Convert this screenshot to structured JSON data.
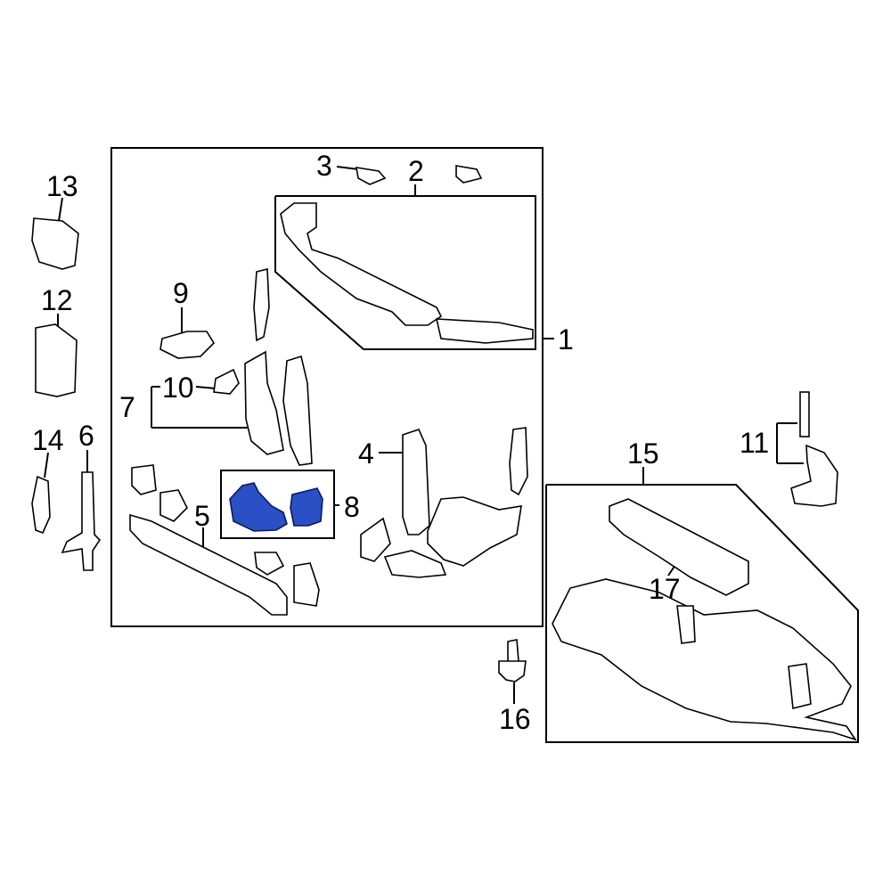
{
  "diagram": {
    "type": "exploded-parts-diagram",
    "highlight_color": "#2b4fc4",
    "callouts": [
      {
        "id": "1",
        "label": "1"
      },
      {
        "id": "2",
        "label": "2"
      },
      {
        "id": "3",
        "label": "3"
      },
      {
        "id": "4",
        "label": "4"
      },
      {
        "id": "5",
        "label": "5"
      },
      {
        "id": "6",
        "label": "6"
      },
      {
        "id": "7",
        "label": "7"
      },
      {
        "id": "8",
        "label": "8"
      },
      {
        "id": "9",
        "label": "9"
      },
      {
        "id": "10",
        "label": "10"
      },
      {
        "id": "11",
        "label": "11"
      },
      {
        "id": "12",
        "label": "12"
      },
      {
        "id": "13",
        "label": "13"
      },
      {
        "id": "14",
        "label": "14"
      },
      {
        "id": "15",
        "label": "15"
      },
      {
        "id": "16",
        "label": "16"
      },
      {
        "id": "17",
        "label": "17"
      }
    ],
    "highlighted_part": "8"
  }
}
